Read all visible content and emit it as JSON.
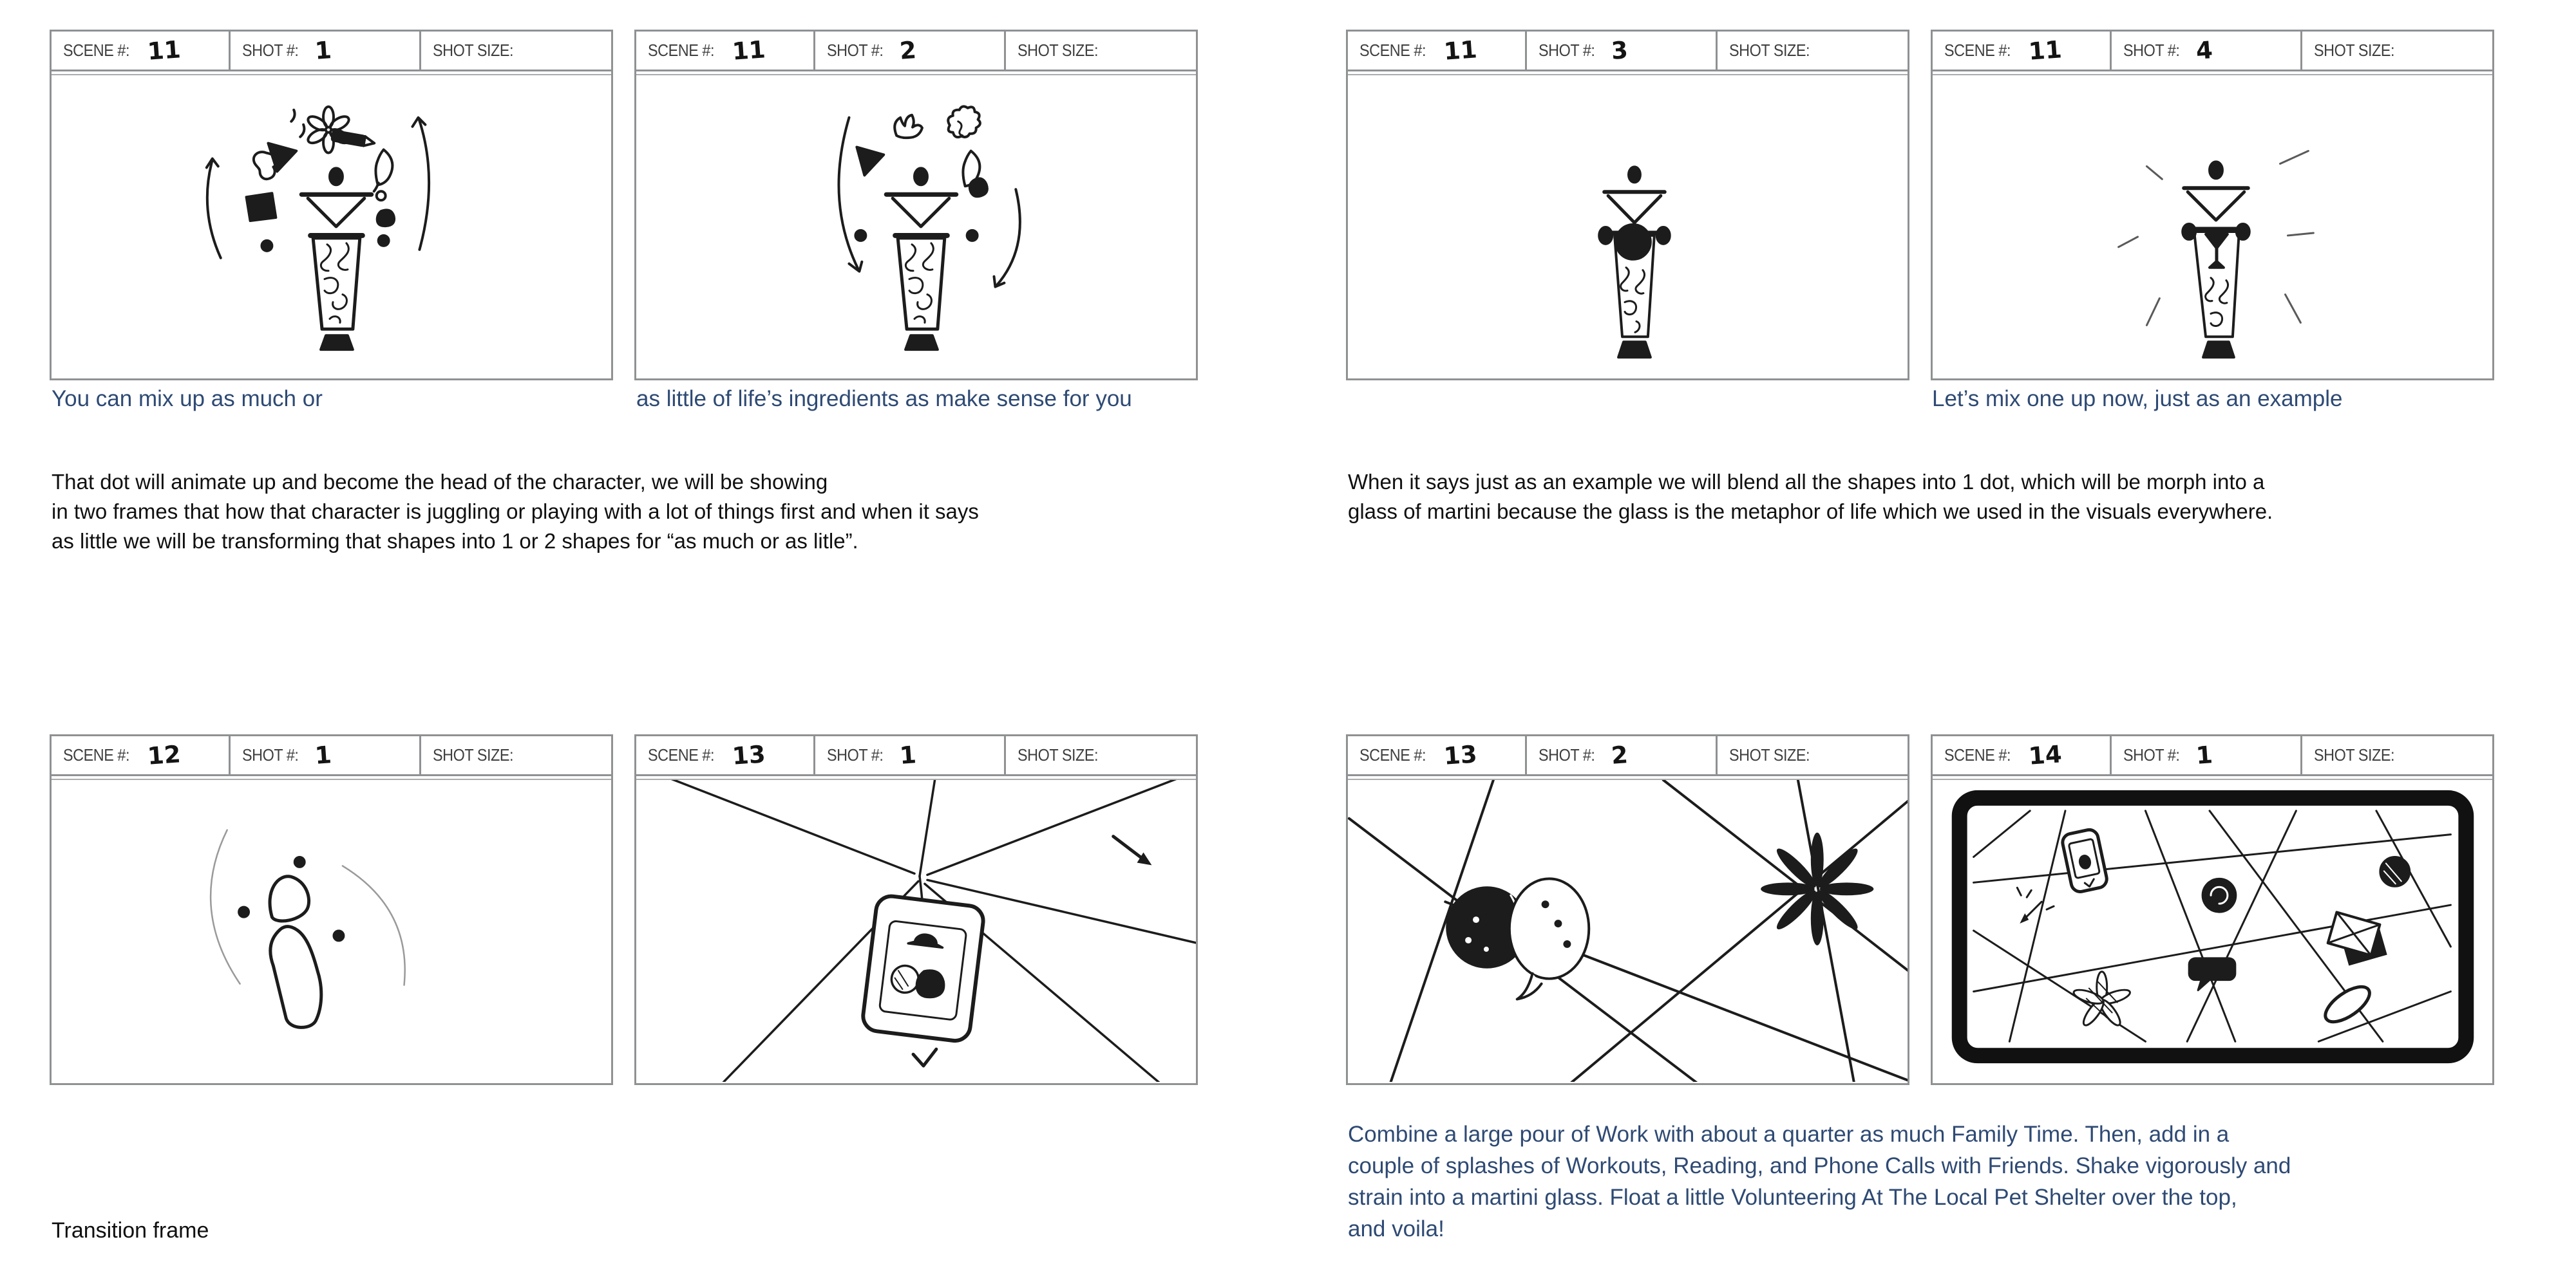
{
  "page": {
    "background": "#ffffff",
    "accent_blue": "#2e4a74",
    "ink": "#1c1c1c",
    "border_gray": "#8f9193"
  },
  "header_labels": {
    "scene": "SCENE #:",
    "shot": "SHOT #:",
    "shot_size": "SHOT SIZE:"
  },
  "panels": [
    {
      "scene": "11",
      "shot": "1",
      "shot_size": "",
      "drawing": "martini-glass character juggling many shapes (flower, pencil, pizza slice, leaf, blobs, dots) with upward curved arrows"
    },
    {
      "scene": "11",
      "shot": "2",
      "shot_size": "",
      "drawing": "martini-glass character with fewer floating shapes and downward curved arrows"
    },
    {
      "scene": "11",
      "shot": "3",
      "shot_size": "",
      "drawing": "small martini-glass character with all shapes blended into one dark dot"
    },
    {
      "scene": "11",
      "shot": "4",
      "shot_size": "",
      "drawing": "martini-glass character holding a small dark martini glass with sparkle lines around"
    },
    {
      "scene": "12",
      "shot": "1",
      "shot_size": "",
      "drawing": "abstract outline shapes and dots, transition frame"
    },
    {
      "scene": "13",
      "shot": "1",
      "shot_size": "",
      "drawing": "web of lines with a hanging polaroid pendant and small heart check below"
    },
    {
      "scene": "13",
      "shot": "2",
      "shot_size": "",
      "drawing": "dark spider blob with speech bubble dots and big black flower on crossing web lines"
    },
    {
      "scene": "14",
      "shot": "1",
      "shot_size": "",
      "drawing": "thick black frame containing a web of lines connecting small icons (phone, dots, envelope, bubble, flower, ellipse)"
    }
  ],
  "captions": {
    "shot1": "You can mix up as much or",
    "shot2": "as little of life’s ingredients as make sense for you",
    "shot4": "Let’s mix one up now, just as an example",
    "recipe": "Combine a large pour of Work with about a quarter as much Family Time. Then, add in a\ncouple of splashes of Workouts, Reading, and Phone Calls with Friends. Shake vigorously and\nstrain into a martini glass. Float a little Volunteering At The Local Pet Shelter over the top,\nand voila!",
    "transition": "Transition frame"
  },
  "notes": {
    "left": "That dot will animate up and become the head of the character, we will be showing\nin two frames that how that character is juggling or playing with a lot of things first and when it says\nas little we will be transforming that shapes into 1 or 2 shapes for “as much or as litle”.",
    "right": "When it says just as an example we will blend all the shapes into 1 dot, which will be morph into a\nglass of martini because the glass is the metaphor of life which we used in the visuals everywhere."
  }
}
